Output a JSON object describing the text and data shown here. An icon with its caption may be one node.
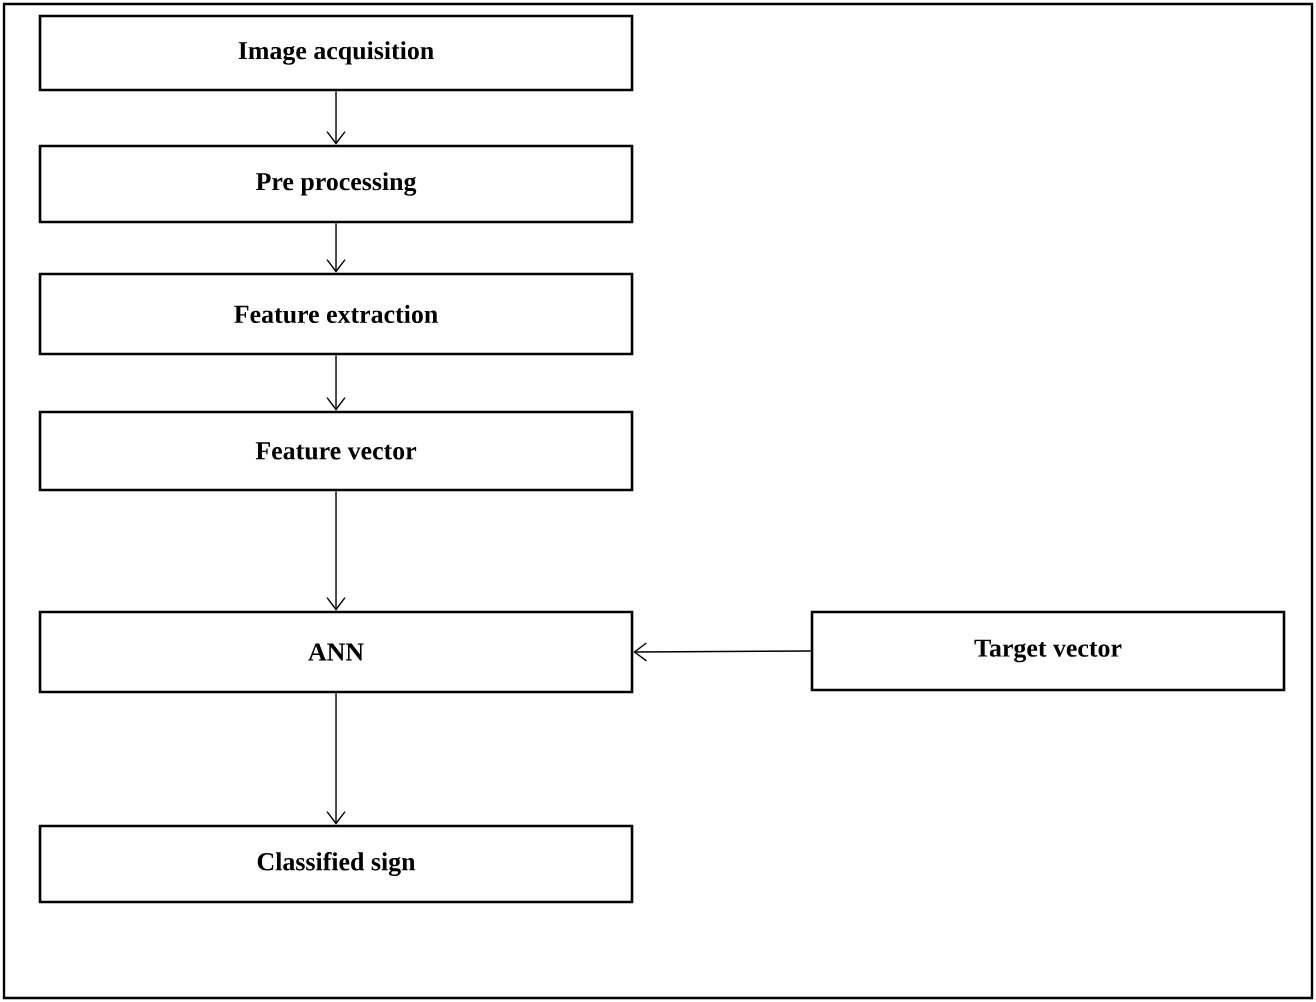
{
  "diagram": {
    "nodes": [
      {
        "text": [
          "Image acquisition"
        ]
      },
      {
        "text": [
          "Pre processing"
        ]
      },
      {
        "text": [
          "Feature extraction"
        ]
      },
      {
        "text": [
          "Feature vector"
        ]
      },
      {
        "text": [
          "ANN"
        ]
      },
      {
        "text": [
          "Target vector"
        ]
      },
      {
        "text": [
          "Classified sign"
        ]
      }
    ],
    "edges": [
      {
        "from": 0,
        "to": 1,
        "arrow": "to"
      },
      {
        "from": 1,
        "to": 2,
        "arrow": "to"
      },
      {
        "from": 2,
        "to": 3,
        "arrow": "to"
      },
      {
        "from": 3,
        "to": 4,
        "arrow": "to"
      },
      {
        "from": 5,
        "to": 4,
        "arrow": "to"
      },
      {
        "from": 4,
        "to": 6,
        "arrow": "to"
      }
    ]
  }
}
